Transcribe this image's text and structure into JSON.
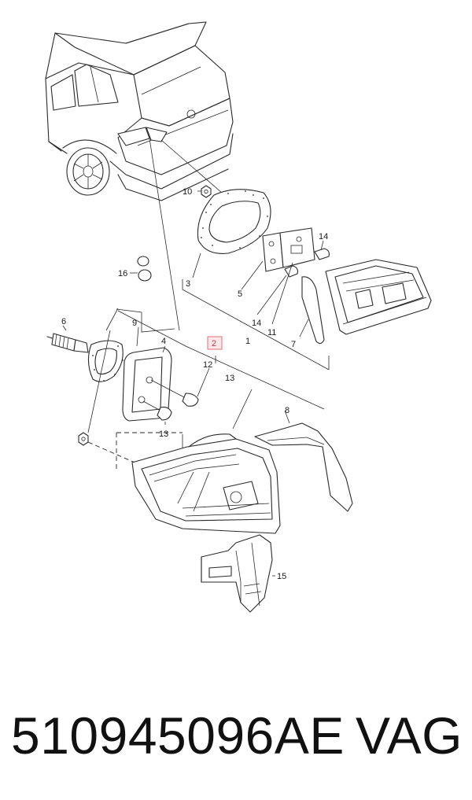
{
  "callouts": {
    "c1": "1",
    "c2": "2",
    "c3": "3",
    "c4": "4",
    "c5": "5",
    "c6": "6",
    "c7": "7",
    "c8": "8",
    "c9": "9",
    "c10": "10",
    "c11": "11",
    "c12": "12",
    "c13a": "13",
    "c13b": "13",
    "c14a": "14",
    "c14b": "14",
    "c15": "15",
    "c16": "16"
  },
  "highlight": {
    "label": "2",
    "color": "#e0707a",
    "fill": "#fde7e9"
  },
  "footer": {
    "part_number": "510945096AE",
    "brand": "VAG"
  },
  "icons": [
    "car-rear-view-icon",
    "tail-light-icon",
    "bulb-icon",
    "nut-icon",
    "screw-icon"
  ]
}
